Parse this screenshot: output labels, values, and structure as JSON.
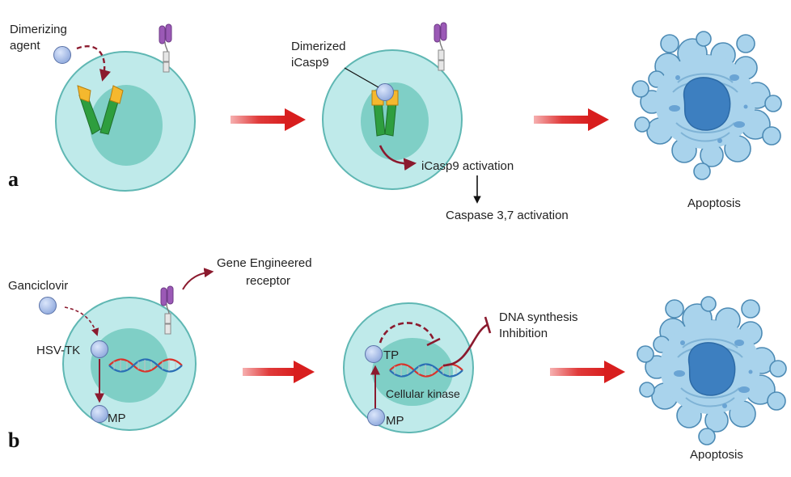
{
  "panel_a": {
    "letter": "a",
    "dimerizing_agent_lines": [
      "Dimerizing",
      "agent"
    ],
    "dimerized_lines": [
      "Dimerized",
      "iCasp9"
    ],
    "icasp9_activation": "iCasp9 activation",
    "caspase_activation": "Caspase 3,7 activation",
    "apoptosis": "Apoptosis"
  },
  "panel_b": {
    "letter": "b",
    "ganciclovir": "Ganciclovir",
    "receptor_lines": [
      "Gene Engineered",
      "receptor"
    ],
    "hsv_tk": "HSV-TK",
    "mp_left": "MP",
    "tp": "TP",
    "cellular_kinase": "Cellular kinase",
    "mp_right": "MP",
    "dna_inhibition_lines": [
      "DNA synthesis",
      "Inhibition"
    ],
    "apoptosis": "Apoptosis"
  },
  "colors": {
    "cell_outer": "#bfeaea",
    "cell_nucleus": "#7fcfc6",
    "arrow_red": "#e02020",
    "dark_red": "#8b1a2e",
    "molecule": "#a9bde6",
    "receptor": "#9b59b6",
    "caspase_green": "#2e9e3e",
    "caspase_yellow": "#f5b82e",
    "apoptotic_cell": "#a9d3ec",
    "dna_red": "#d9342b",
    "dna_blue": "#2a6fb5"
  },
  "icons": {
    "molecule": "sphere-molecule-icon",
    "receptor": "membrane-receptor-icon",
    "dna": "dna-helix-icon",
    "apoptotic_cell": "apoptotic-cell-icon"
  }
}
